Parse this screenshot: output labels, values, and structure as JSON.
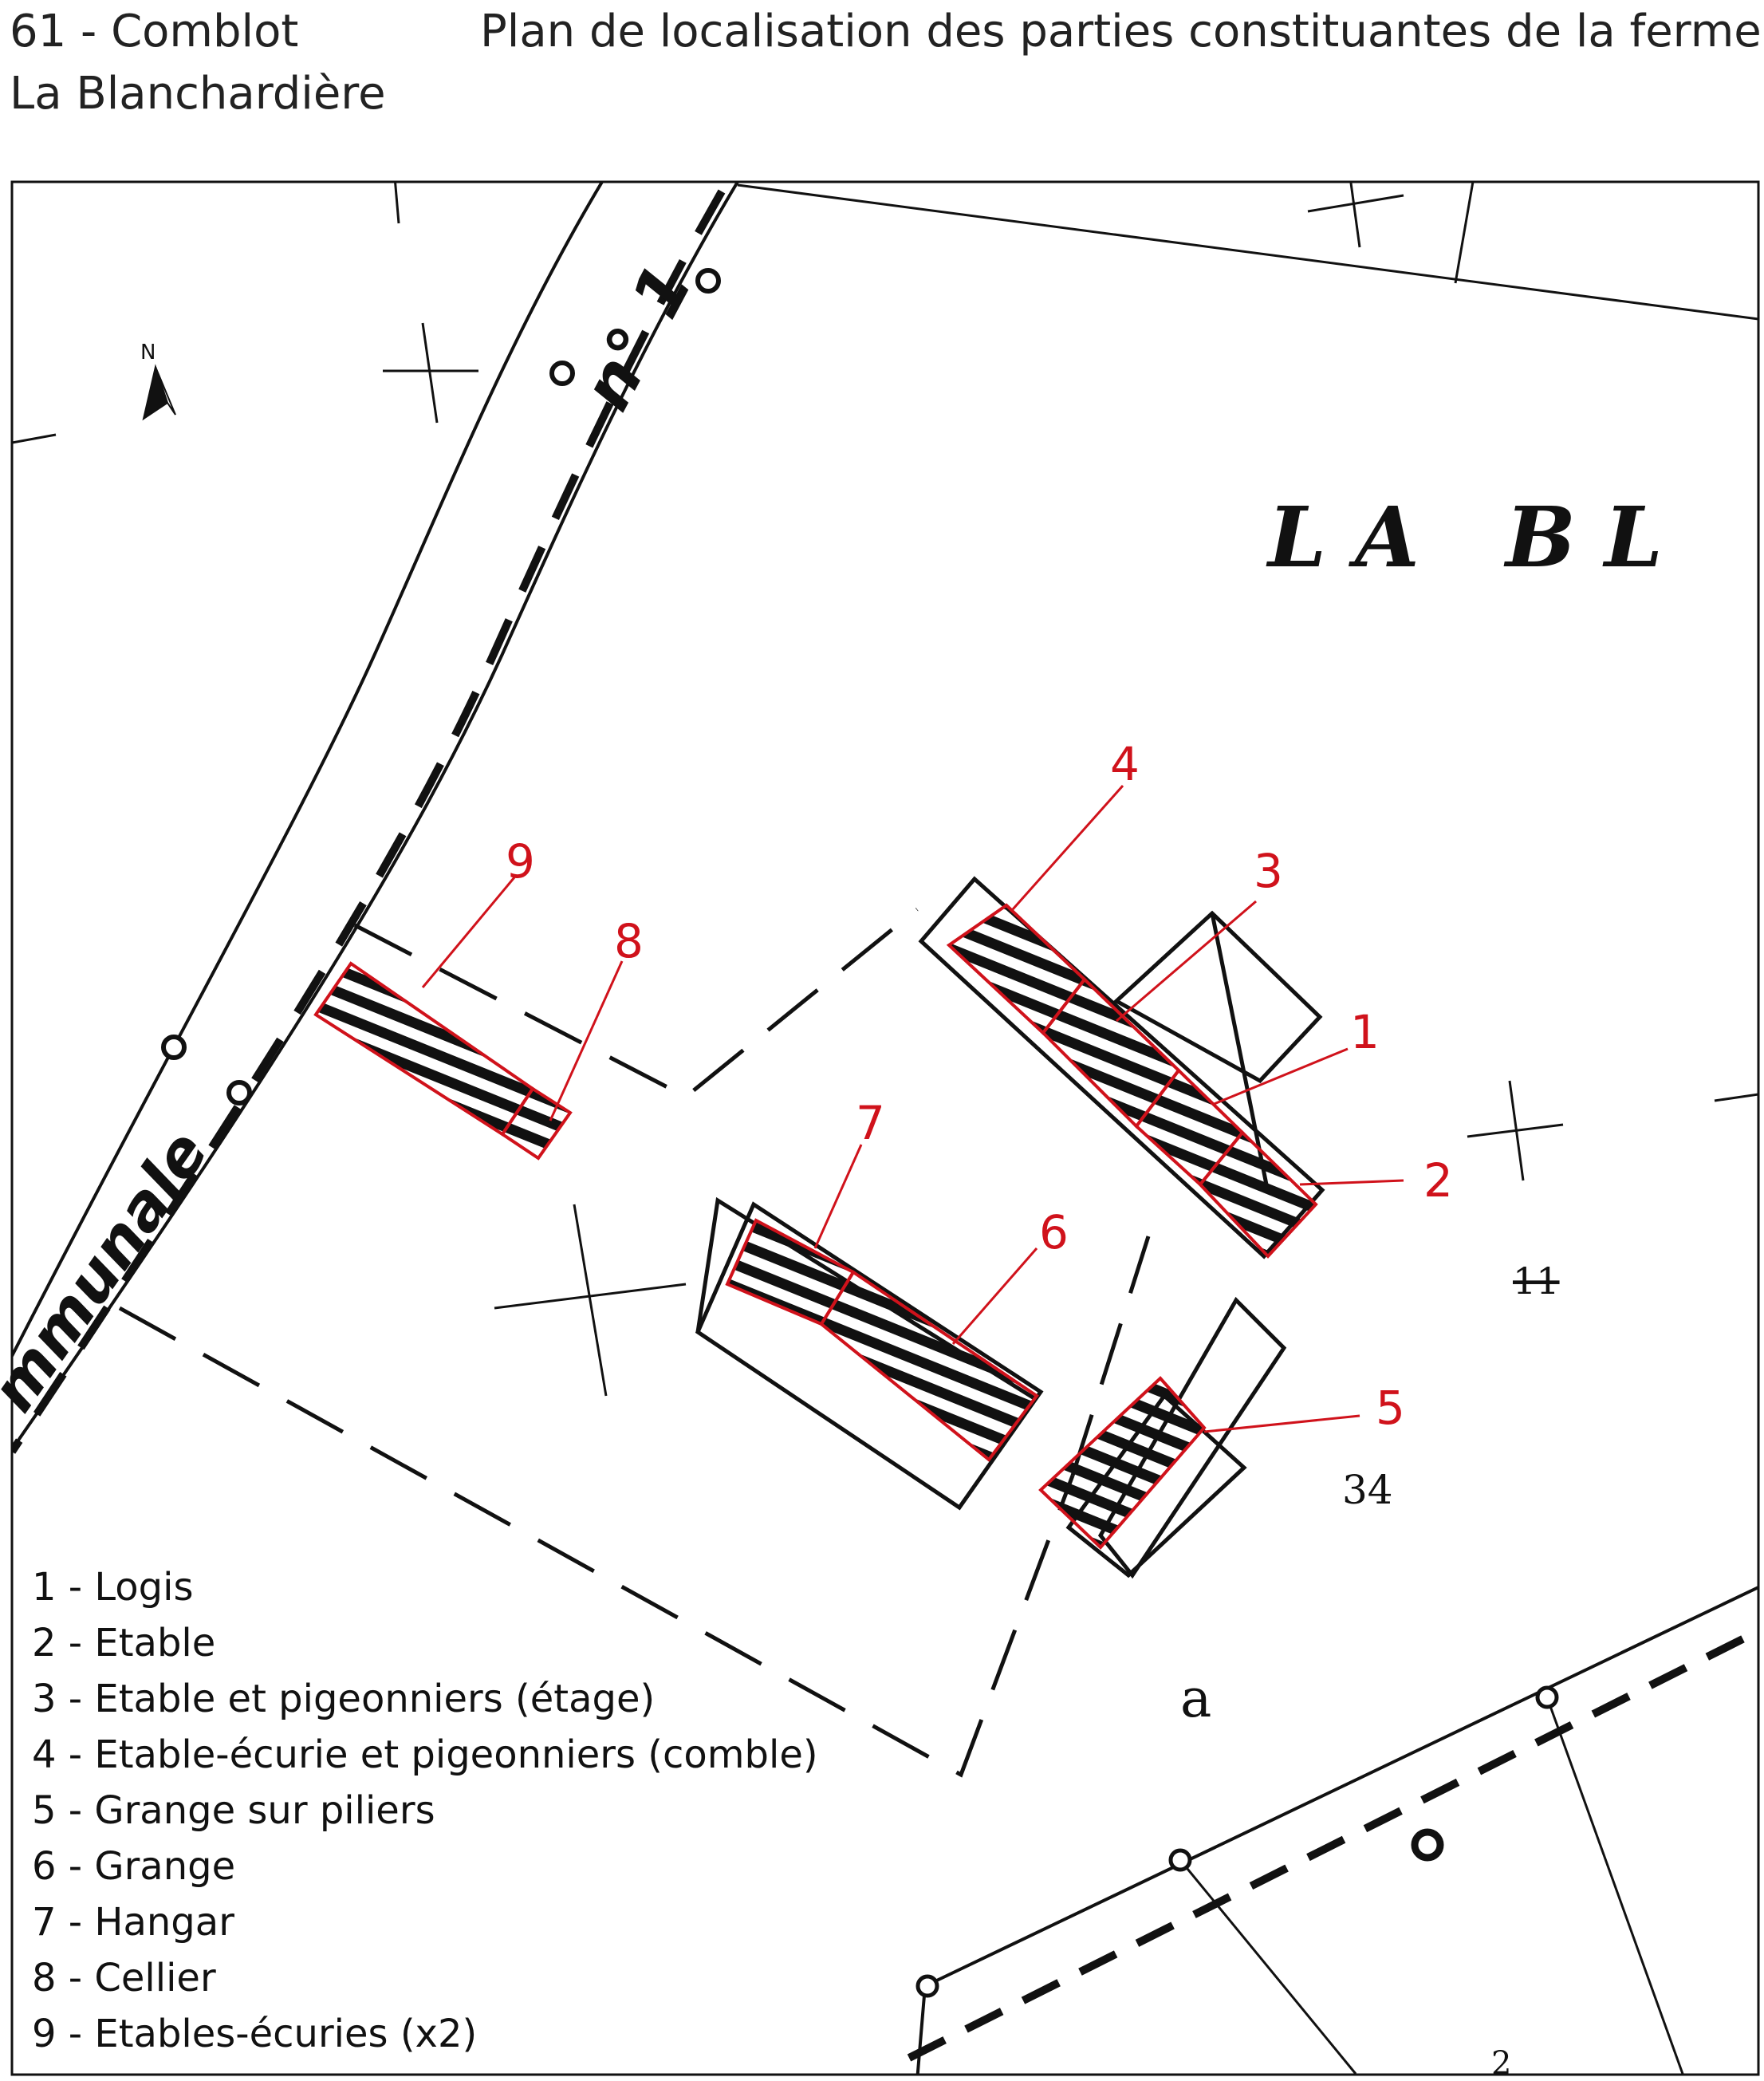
{
  "header": {
    "commune": "61 - Comblot",
    "lieu": "La Blanchardière",
    "title": "Plan de localisation des parties constituantes de la ferme"
  },
  "map": {
    "north_label": "N",
    "place_label": "LA BL",
    "road_label": "mmunale",
    "road_number": "n° 1",
    "parcel_numbers": [
      "11",
      "34",
      "a",
      "2"
    ],
    "accent_color": "#d0121b"
  },
  "buildings": [
    {
      "num": "1",
      "name": "Logis"
    },
    {
      "num": "2",
      "name": "Etable"
    },
    {
      "num": "3",
      "name": "Etable et pigeonniers (étage)"
    },
    {
      "num": "4",
      "name": "Etable-écurie et pigeonniers (comble)"
    },
    {
      "num": "5",
      "name": "Grange sur piliers"
    },
    {
      "num": "6",
      "name": "Grange"
    },
    {
      "num": "7",
      "name": "Hangar"
    },
    {
      "num": "8",
      "name": "Cellier"
    },
    {
      "num": "9",
      "name": "Etables-écuries (x2)"
    }
  ],
  "legend": [
    "1 - Logis",
    "2 - Etable",
    "3 - Etable et pigeonniers (étage)",
    "4 - Etable-écurie et pigeonniers (comble)",
    "5 - Grange sur piliers",
    "6 - Grange",
    "7 - Hangar",
    "8 - Cellier",
    "9 - Etables-écuries (x2)"
  ]
}
